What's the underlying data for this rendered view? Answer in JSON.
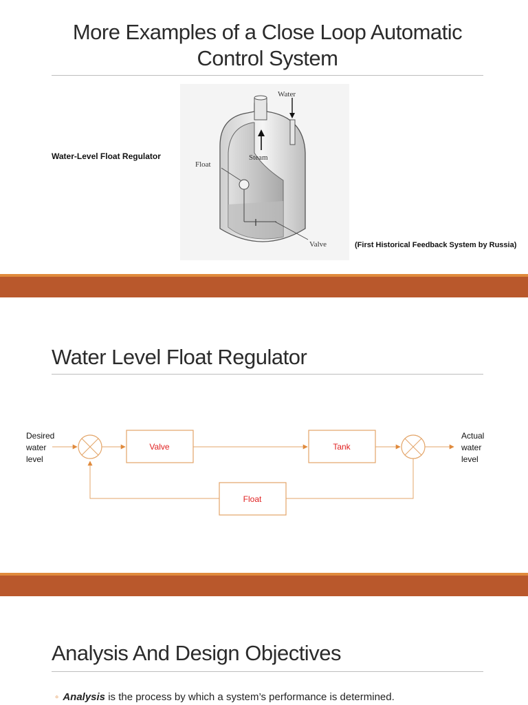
{
  "slide1": {
    "title_line1": "More Examples of a Close Loop Automatic",
    "title_line2": "Control System",
    "left_label": "Water-Level Float Regulator",
    "caption": "(First Historical Feedback System by Russia)",
    "illustration_labels": {
      "water": "Water",
      "steam": "Steam",
      "float": "Float",
      "valve": "Valve"
    }
  },
  "slide2": {
    "title": "Water Level Float Regulator",
    "diagram": {
      "input_label": [
        "Desired",
        "water",
        "level"
      ],
      "output_label": [
        "Actual",
        "water",
        "level"
      ],
      "blocks": {
        "valve": "Valve",
        "tank": "Tank",
        "float": "Float"
      }
    }
  },
  "slide3": {
    "title": "Analysis And Design Objectives",
    "bullet_marker": "◦",
    "bullet_term": "Analysis",
    "bullet_rest": " is the process by which a system’s performance is determined."
  },
  "colors": {
    "divider": "#b9582c",
    "divider_stripe": "#e08a3c",
    "diagram_line": "#e3a468",
    "block_text": "#e02020",
    "arrow": "#e08a3c"
  }
}
